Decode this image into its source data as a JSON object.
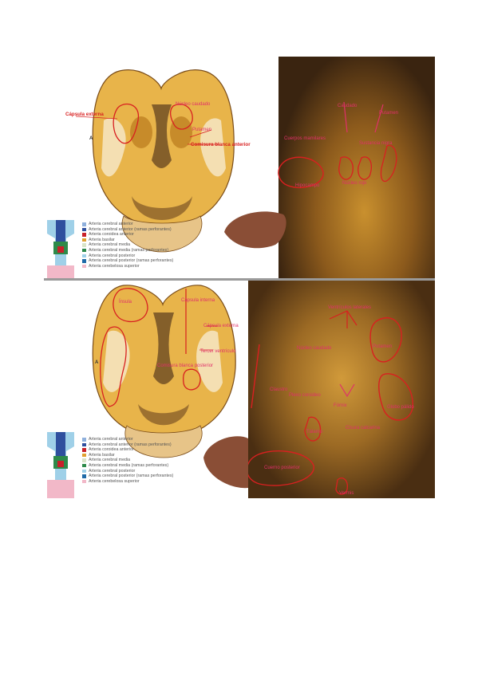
{
  "top_panel": {
    "letter": "A",
    "labels": {
      "capsula_externa": "Cápsula externa",
      "nucleo_caudado": "Núcleo caudado",
      "putamen": "Putamen",
      "comisura_blanca_anterior": "Comisura blanca anterior",
      "nucleo_rojo": "Núcleo rojo",
      "hipocampo": "Hipocampo",
      "sustancia_nigra": "Sustancia nigra",
      "cuerpos_mamilares": "Cuerpos mamilares",
      "caudado": "Caudado"
    },
    "legend": [
      {
        "text": "Arteria cerebral anterior",
        "color": "#8fb0dc"
      },
      {
        "text": "Arteria cerebral anterior (ramas perforantes)",
        "color": "#2f4f9e"
      },
      {
        "text": "Arteria coroidea anterior",
        "color": "#c8202a"
      },
      {
        "text": "Arteria basilar",
        "color": "#e0a030"
      },
      {
        "text": "Arteria cerebral media",
        "color": "#d9e4c8"
      },
      {
        "text": "Arteria cerebral media (ramas perforantes)",
        "color": "#2d8a4a"
      },
      {
        "text": "Arteria cerebral posterior",
        "color": "#9fd0e8"
      },
      {
        "text": "Arteria cerebral posterior (ramas perforantes)",
        "color": "#1f6aa8"
      },
      {
        "text": "Arteria cerebelosa superior",
        "color": "#f2b8c8"
      }
    ]
  },
  "bottom_panel": {
    "letter": "A",
    "labels": {
      "insula": "Ínsula",
      "capsula_interna": "Cápsula interna",
      "capsula_externa": "Cápsula externa",
      "tercer_ventriculo": "Tercer ventrículo",
      "comisura_blanca_posterior": "Comisura blanca posterior",
      "ventriculos_laterales": "Ventrículos laterales",
      "nucleo_caudado": "Núcleo caudado",
      "putamen": "Putamen",
      "claustro": "Claustro",
      "plexo_coroideo": "Plexo coroideo",
      "fornix": "Fórnix",
      "globo_palido": "Globo pálido",
      "talamo": "Tálamo",
      "cisura_calcarina": "Cisura calcarina",
      "cuerno_posterior": "Cuerno posterior",
      "vermis": "Vermis"
    },
    "legend": [
      {
        "text": "Arteria cerebral anterior",
        "color": "#8fb0dc"
      },
      {
        "text": "Arteria cerebral anterior (ramas perforantes)",
        "color": "#2f4f9e"
      },
      {
        "text": "Arteria coroidea anterior",
        "color": "#c8202a"
      },
      {
        "text": "Arteria basilar",
        "color": "#e0a030"
      },
      {
        "text": "Arteria cerebral media",
        "color": "#d9e4c8"
      },
      {
        "text": "Arteria cerebral media (ramas perforantes)",
        "color": "#2d8a4a"
      },
      {
        "text": "Arteria cerebral posterior",
        "color": "#9fd0e8"
      },
      {
        "text": "Arteria cerebral posterior (ramas perforantes)",
        "color": "#1f6aa8"
      },
      {
        "text": "Arteria cerebelosa superior",
        "color": "#f2b8c8"
      }
    ]
  }
}
